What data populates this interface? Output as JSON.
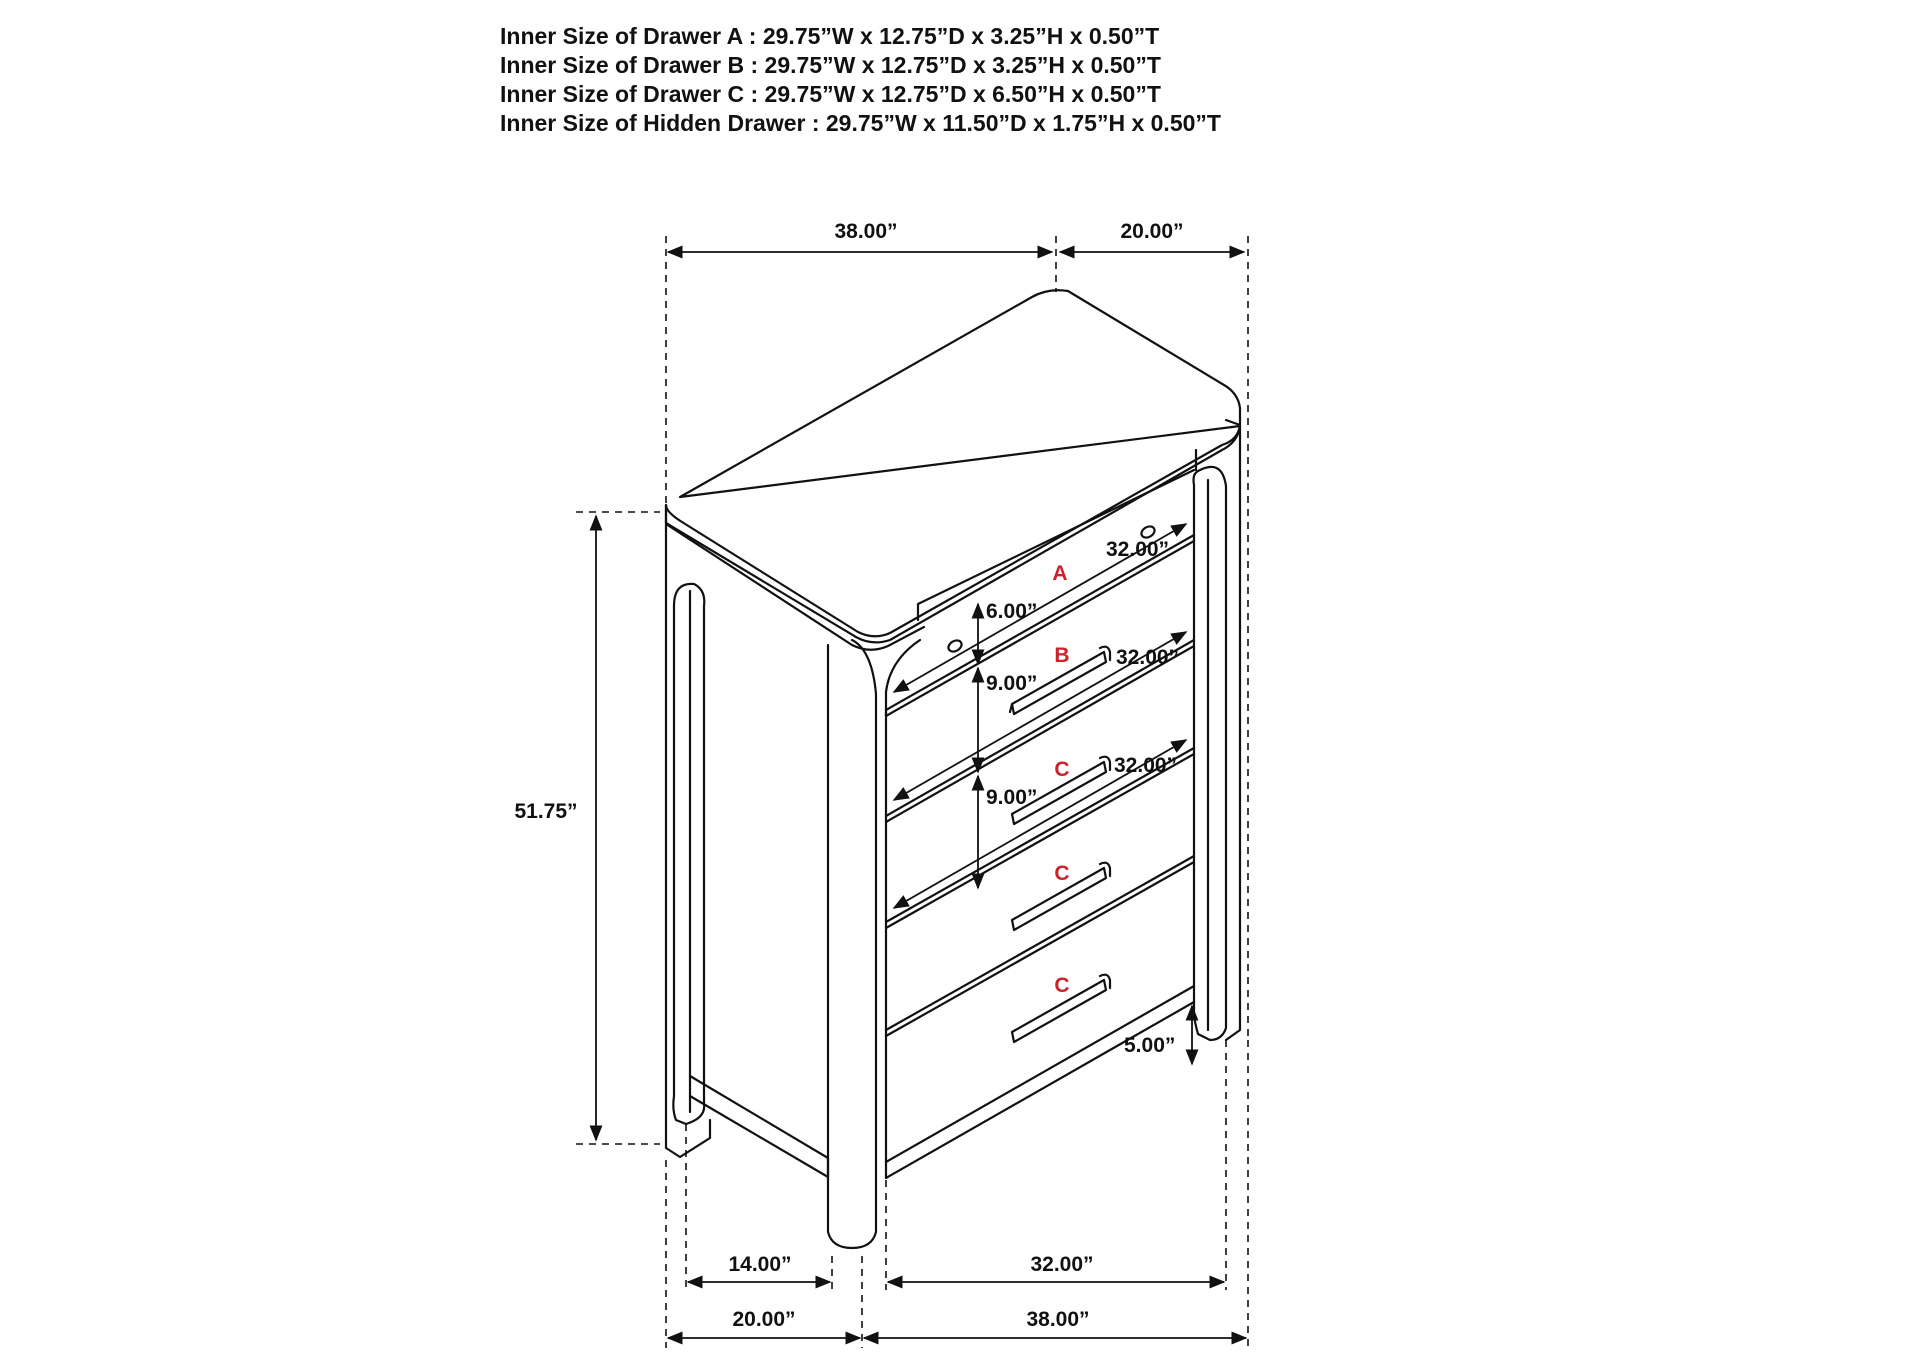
{
  "specs": [
    "Inner Size of Drawer A : 29.75”W x 12.75”D x 3.25”H x 0.50”T",
    "Inner Size of Drawer B : 29.75”W x 12.75”D x 3.25”H x 0.50”T",
    "Inner Size of Drawer C : 29.75”W x 12.75”D x 6.50”H x 0.50”T",
    "Inner Size of Hidden Drawer : 29.75”W x 11.50”D x 1.75”H x 0.50”T"
  ],
  "dimensions": {
    "top_width": "38.00”",
    "top_depth": "20.00”",
    "overall_height": "51.75”",
    "drawer_a_width": "32.00”",
    "drawer_b_width": "32.00”",
    "drawer_c_width": "32.00”",
    "drawer_a_height": "6.00”",
    "drawer_b_height": "9.00”",
    "drawer_c_height": "9.00”",
    "leg_clearance": "5.00”",
    "bottom_inner_depth": "14.00”",
    "bottom_depth": "20.00”",
    "bottom_inner_width": "32.00”",
    "bottom_width": "38.00”"
  },
  "drawer_labels": {
    "a": "A",
    "b": "B",
    "c1": "C",
    "c2": "C",
    "c3": "C"
  },
  "colors": {
    "line": "#111111",
    "label": "#d0202a",
    "background": "#ffffff"
  }
}
